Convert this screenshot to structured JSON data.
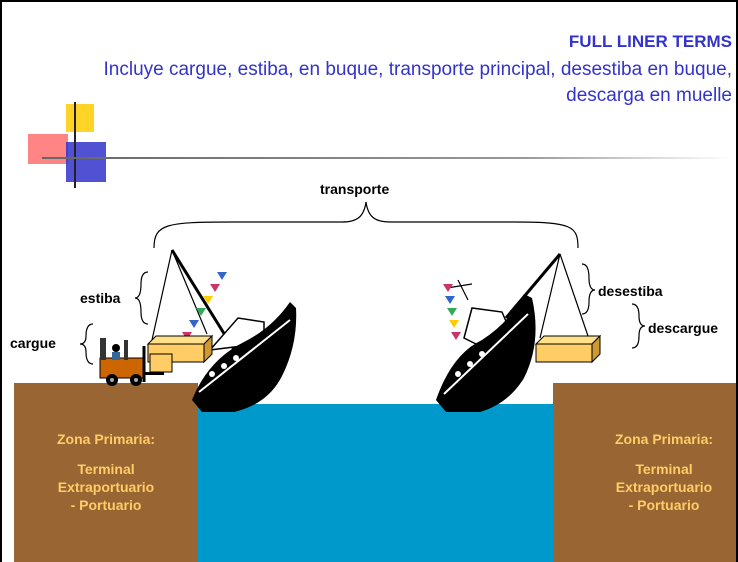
{
  "title": "FULL LINER TERMS",
  "subtitle": "Incluye cargue, estiba, en buque, transporte principal, desestiba en buque, descarga en muelle",
  "labels": {
    "transporte": "transporte",
    "estiba": "estiba",
    "cargue": "cargue",
    "desestiba": "desestiba",
    "descargue": "descargue"
  },
  "zones": {
    "left": {
      "heading": "Zona Primaria:",
      "line1": "Terminal",
      "line2": "Extraportuario",
      "line3": "- Portuario"
    },
    "right": {
      "heading": "Zona Primaria:",
      "line1": "Terminal",
      "line2": "Extraportuario",
      "line3": "- Portuario"
    }
  },
  "colors": {
    "title": "#3333cc",
    "dock": "#996633",
    "water": "#0099cc",
    "zone_text": "#ffcc66",
    "hull": "#000000",
    "cargo": "#ffcc66",
    "forklift": "#cc6600"
  }
}
